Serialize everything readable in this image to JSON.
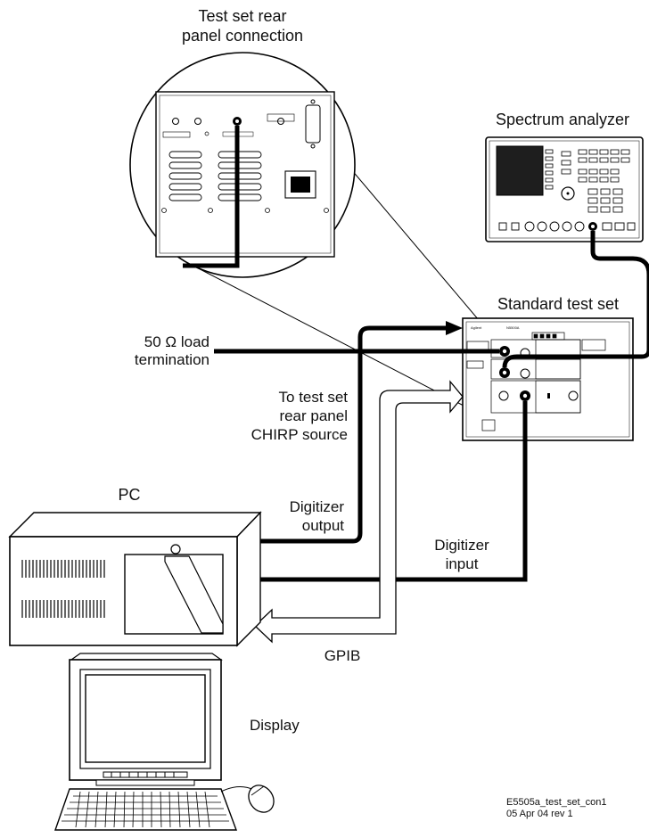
{
  "labels": {
    "rear_panel_line1": "Test set rear",
    "rear_panel_line2": "panel connection",
    "spectrum_analyzer": "Spectrum analyzer",
    "standard_test_set": "Standard test set",
    "load_line1": "50 Ω load",
    "load_line2": "termination",
    "chirp_line1": "To test set",
    "chirp_line2": "rear panel",
    "chirp_line3": "CHIRP source",
    "pc": "PC",
    "dig_out_line1": "Digitizer",
    "dig_out_line2": "output",
    "dig_in_line1": "Digitizer",
    "dig_in_line2": "input",
    "gpib": "GPIB",
    "display": "Display",
    "doc_id": "E5505a_test_set_con1",
    "doc_date": "05 Apr 04  rev 1"
  },
  "test_set_panel": {
    "brand": "Agilent",
    "model": "N5500A"
  },
  "colors": {
    "ink": "#000000",
    "cable": "#1a1a1a",
    "screen_dark": "#1e1e1e",
    "background": "#ffffff"
  }
}
